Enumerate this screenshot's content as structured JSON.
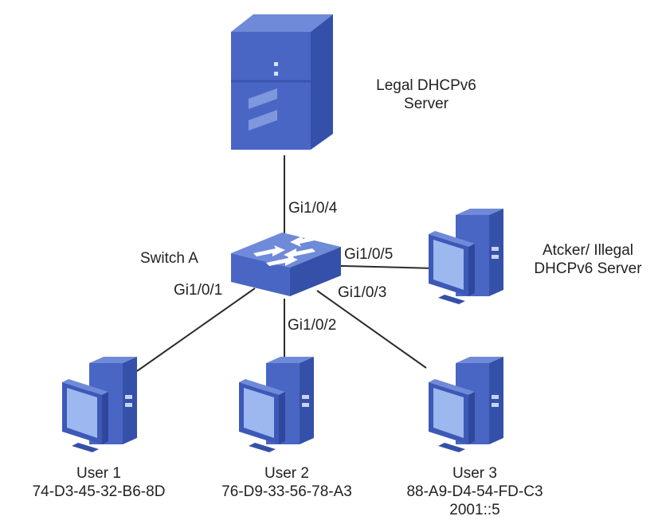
{
  "colors": {
    "line": "#2b2b2b",
    "device_front": "#4a66c4",
    "device_side": "#3550a8",
    "device_top": "#6f8ad8",
    "screen": "#9cb8ef",
    "text": "#222222"
  },
  "server": {
    "line1": "Legal DHCPv6",
    "line2": "Server"
  },
  "switch": {
    "label": "Switch A"
  },
  "ports": {
    "p4": "Gi1/0/4",
    "p5": "Gi1/0/5",
    "p1": "Gi1/0/1",
    "p2": "Gi1/0/2",
    "p3": "Gi1/0/3"
  },
  "attacker": {
    "line1": "Atcker/ Illegal",
    "line2": "DHCPv6 Server"
  },
  "users": [
    {
      "name": "User 1",
      "mac": "74-D3-45-32-B6-8D"
    },
    {
      "name": "User 2",
      "mac": "76-D9-33-56-78-A3"
    },
    {
      "name": "User 3",
      "mac": "88-A9-D4-54-FD-C3",
      "ip": "2001::5"
    }
  ]
}
